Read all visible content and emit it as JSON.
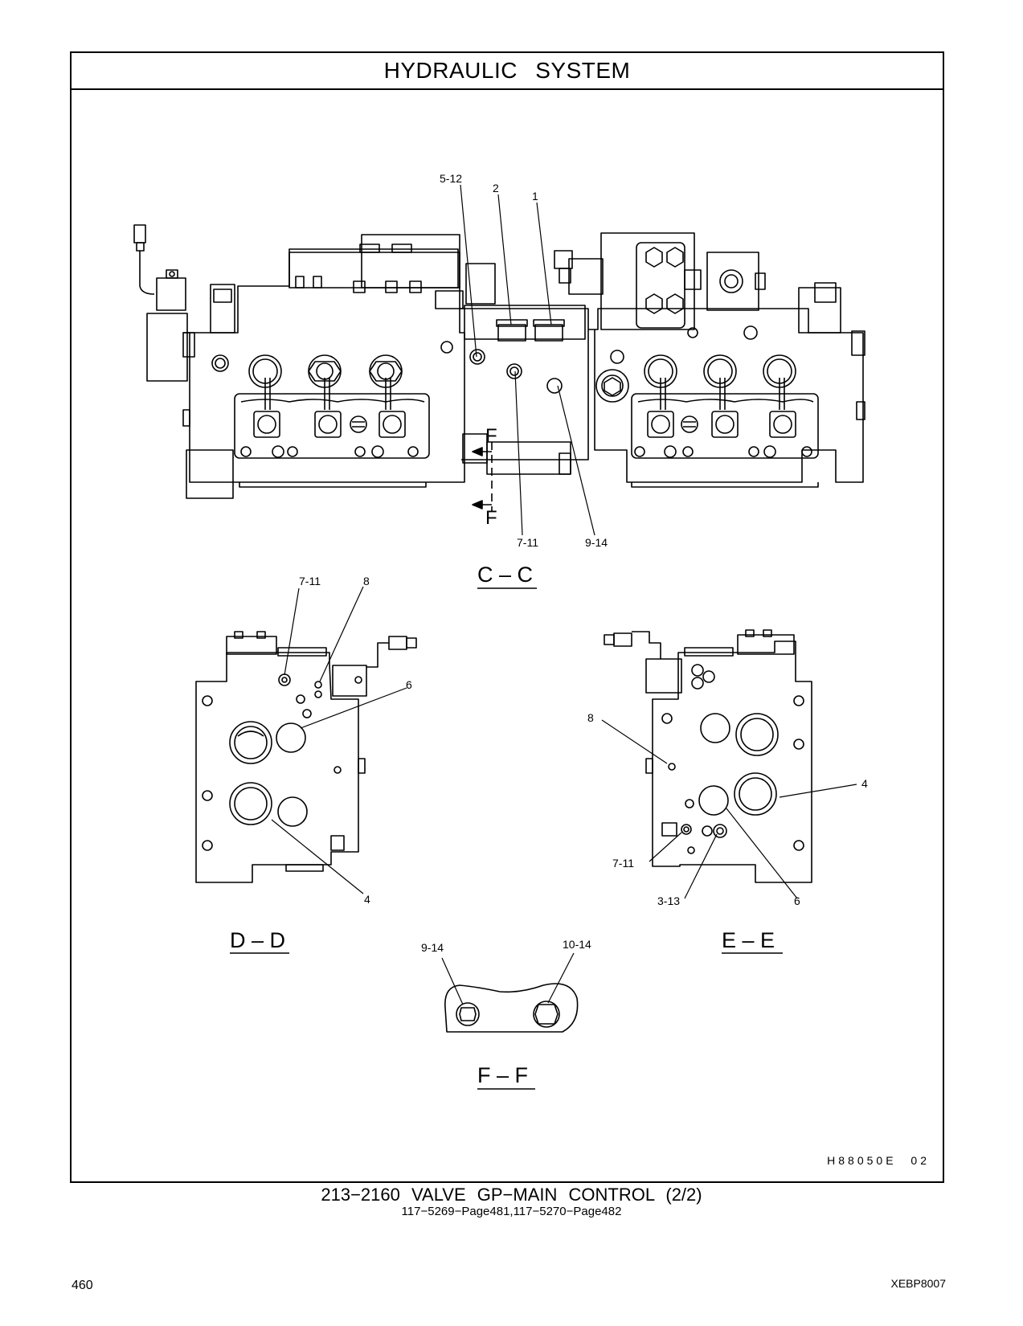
{
  "header": {
    "title": "HYDRAULIC   SYSTEM"
  },
  "views": {
    "cc": {
      "label": "C – C",
      "section_mark": "F",
      "callouts": {
        "c1": "5-12",
        "c2": "2",
        "c3": "1",
        "c4": "7-11",
        "c5": "9-14"
      }
    },
    "dd": {
      "label": "D – D",
      "callouts": {
        "c1": "7-11",
        "c2": "8",
        "c3": "6",
        "c4": "4"
      }
    },
    "ee": {
      "label": "E – E",
      "callouts": {
        "c1": "8",
        "c2": "4",
        "c3": "7-11",
        "c4": "3-13",
        "c5": "6"
      }
    },
    "ff": {
      "label": "F – F",
      "callouts": {
        "c1": "9-14",
        "c2": "10-14"
      }
    }
  },
  "illustration_code": "H88050E  02",
  "caption": {
    "main": "213−2160   VALVE  GP−MAIN  CONTROL (2/2)",
    "sub": "117−5269−Page481,117−5270−Page482"
  },
  "footer": {
    "page_number": "460",
    "doc_id": "XEBP8007"
  }
}
